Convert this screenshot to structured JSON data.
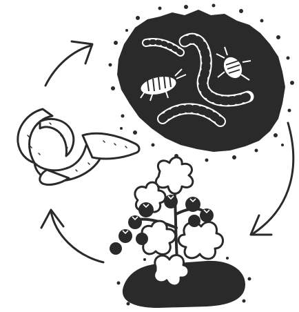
{
  "diagram": {
    "type": "cycle",
    "stages": [
      {
        "id": "peel",
        "icon": "fruit-peel-icon"
      },
      {
        "id": "soil",
        "icon": "soil-with-worms-and-insects-icon"
      },
      {
        "id": "plant",
        "icon": "tomato-plant-icon"
      }
    ],
    "flow": [
      "peel",
      "soil",
      "plant",
      "peel"
    ],
    "colors": {
      "ink": "#2a2a2a",
      "paper": "#ffffff"
    }
  }
}
